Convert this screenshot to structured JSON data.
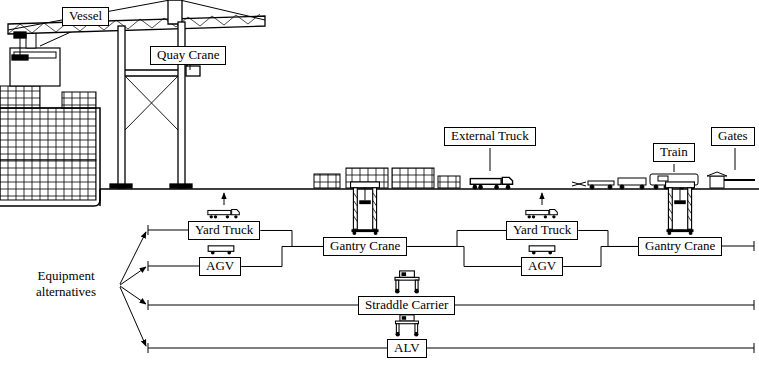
{
  "diagram": {
    "nodes": [
      {
        "text": [
          "Vessel"
        ]
      },
      {
        "text": [
          "Quay Crane"
        ]
      },
      {
        "text": [
          "External Truck"
        ]
      },
      {
        "text": [
          "Train"
        ]
      },
      {
        "text": [
          "Gates"
        ]
      },
      {
        "text": [
          "Yard Truck"
        ]
      },
      {
        "text": [
          "Gantry Crane"
        ]
      },
      {
        "text": [
          "Yard Truck"
        ]
      },
      {
        "text": [
          "Gantry Crane"
        ]
      },
      {
        "text": [
          "AGV"
        ]
      },
      {
        "text": [
          "AGV"
        ]
      },
      {
        "text": [
          "Straddle Carrier"
        ]
      },
      {
        "text": [
          "ALV"
        ]
      }
    ],
    "edges": [
      {
        "from": 5,
        "to": 6,
        "arrow": "none"
      },
      {
        "from": 9,
        "to": 6,
        "arrow": "none"
      },
      {
        "from": 6,
        "to": 7,
        "arrow": "none"
      },
      {
        "from": 6,
        "to": 10,
        "arrow": "none"
      },
      {
        "from": 7,
        "to": 8,
        "arrow": "none"
      },
      {
        "from": 10,
        "to": 8,
        "arrow": "none"
      }
    ],
    "labels": [
      "Equipment alternatives"
    ]
  }
}
